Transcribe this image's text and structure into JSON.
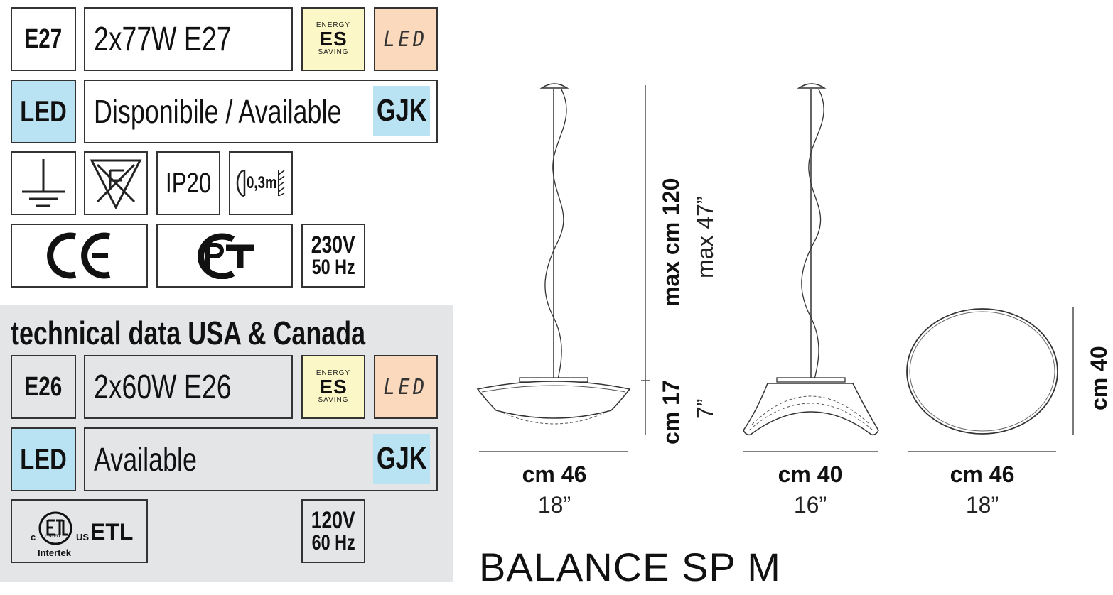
{
  "ratings_eu": {
    "socket_code": "E27",
    "lamp_spec": "2x77W E27",
    "energy_badge": {
      "top": "ENERGY",
      "mid": "ES",
      "bottom": "SAVING"
    },
    "led_badge": "LED",
    "led_code": "LED",
    "led_availability": "Disponibile / Available",
    "led_class": "GJK",
    "ip_rating": "IP20",
    "min_distance": "0,3m",
    "ce_mark": "CE",
    "pct_mark": "PCT",
    "voltage": "230V",
    "frequency": "50 Hz"
  },
  "ratings_usa": {
    "heading": "technical data USA & Canada",
    "socket_code": "E26",
    "lamp_spec": "2x60W E26",
    "energy_badge": {
      "top": "ENERGY",
      "mid": "ES",
      "bottom": "SAVING"
    },
    "led_badge": "LED",
    "led_code": "LED",
    "led_availability": "Available",
    "led_class": "GJK",
    "etl": {
      "c": "c",
      "listed": "LISTED",
      "us": "US",
      "label": "ETL",
      "intertek": "Intertek"
    },
    "voltage": "120V",
    "frequency": "60 Hz"
  },
  "drawings": {
    "height_cm": "max cm 120",
    "height_in": "max 47”",
    "body_height_cm": "cm 17",
    "body_height_in": "7”",
    "front_width_cm": "cm 46",
    "front_width_in": "18”",
    "side_width_cm": "cm 40",
    "side_width_in": "16”",
    "top_width_cm": "cm 46",
    "top_width_in": "18”",
    "top_depth_cm": "cm 40"
  },
  "product_name": "BALANCE SP M"
}
